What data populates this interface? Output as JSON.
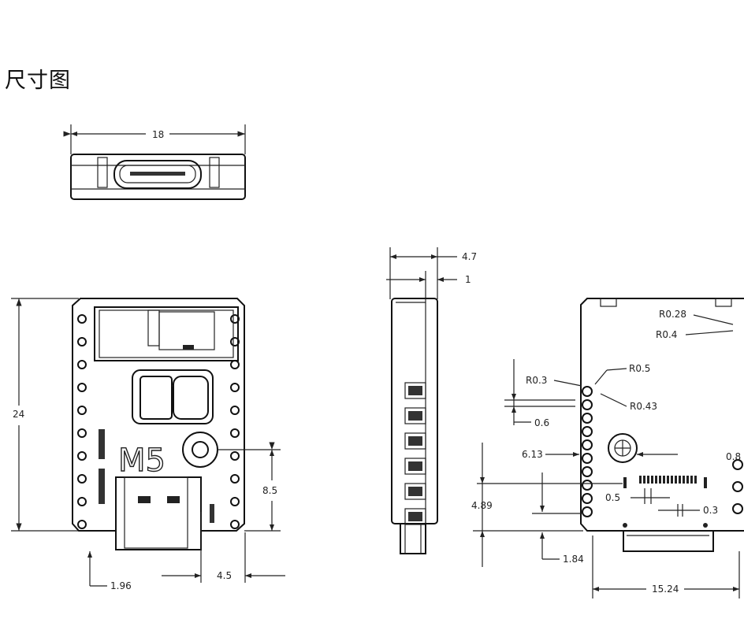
{
  "title": "尺寸图",
  "logo_text": "M5",
  "dimensions": {
    "top_width": "18",
    "height": "24",
    "usb_offset": "8.5",
    "left_offset": "1.96",
    "right_offset": "4.5",
    "thickness": "4.7",
    "board": "1",
    "r_028": "R0.28",
    "r_04": "R0.4",
    "r_05": "R0.5",
    "r_03": "R0.3",
    "r_043": "R0.43",
    "pitch": "0.6",
    "pad_613": "6.13",
    "side_489": "4.89",
    "pad_05": "0.5",
    "pad_03": "0.3",
    "bottom_184": "1.84",
    "width_1524": "15.24",
    "cut_label": "0.8"
  }
}
